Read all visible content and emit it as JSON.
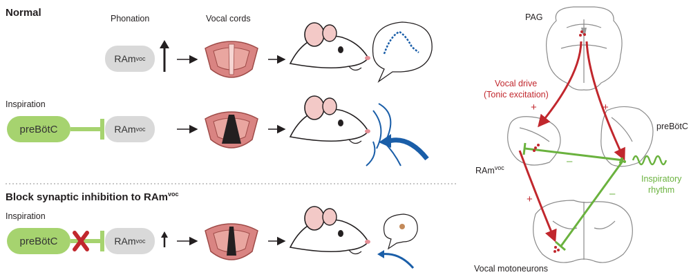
{
  "left": {
    "normal_title": "Normal",
    "phonation_label": "Phonation",
    "vocal_cords_label": "Vocal cords",
    "inspiration_label_1": "Inspiration",
    "prebotc_label_1": "preBötC",
    "ram_label_base": "RAm",
    "ram_label_sup": "voc",
    "block_title_base": "Block synaptic inhibition to RAm",
    "block_title_sup": "voc",
    "inspiration_label_2": "Inspiration",
    "prebotc_label_2": "preBötC"
  },
  "right": {
    "pag_label": "PAG",
    "vocal_drive_line1": "Vocal drive",
    "vocal_drive_line2": "(Tonic excitation)",
    "plus_sign": "+",
    "minus_sign": "–",
    "prebotc_label": "preBötC",
    "ram_label_base": "RAm",
    "ram_label_sup": "voc",
    "inspiratory_line1": "Inspiratory",
    "inspiratory_line2": "rhythm",
    "motoneurons_label": "Vocal motoneurons"
  },
  "colors": {
    "red": "#c1272d",
    "green": "#6ab23e",
    "pill_gray": "#d9d9d9",
    "pill_green": "#a6d36f",
    "blue": "#1a5ea8",
    "cord_pink": "#d98482"
  }
}
